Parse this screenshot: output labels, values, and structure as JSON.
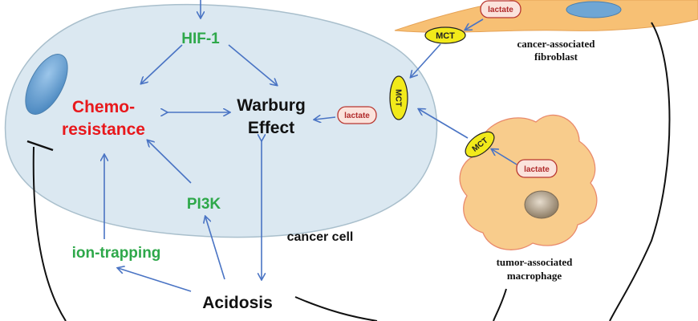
{
  "nodes": {
    "hif1": "HIF-1",
    "chemo_line1": "Chemo-",
    "chemo_line2": "resistance",
    "warburg_line1": "Warburg",
    "warburg_line2": "Effect",
    "pi3k": "PI3K",
    "ion_trapping": "ion-trapping",
    "acidosis": "Acidosis",
    "cancer_cell": "cancer cell",
    "caf_line1": "cancer-associated",
    "caf_line2": "fibroblast",
    "tam_line1": "tumor-associated",
    "tam_line2": "macrophage"
  },
  "transporters": {
    "mct": "MCT",
    "lactate": "lactate"
  },
  "colors": {
    "green_text": "#2ea84a",
    "red_text": "#e8181c",
    "arrow_blue": "#4a74c4",
    "cell_fill": "#dbe8f1",
    "cell_stroke": "#a9bfcc",
    "nucleus": "#6fa6d4",
    "caf_fill": "#f7c074",
    "tam_fill": "#f8cc8c",
    "tam_stroke": "#e98a6c",
    "mct_fill": "#f2ea1a",
    "lactate_fill": "#fbe3dc",
    "lactate_stroke": "#b8352f",
    "lactate_text": "#b02a2a"
  }
}
